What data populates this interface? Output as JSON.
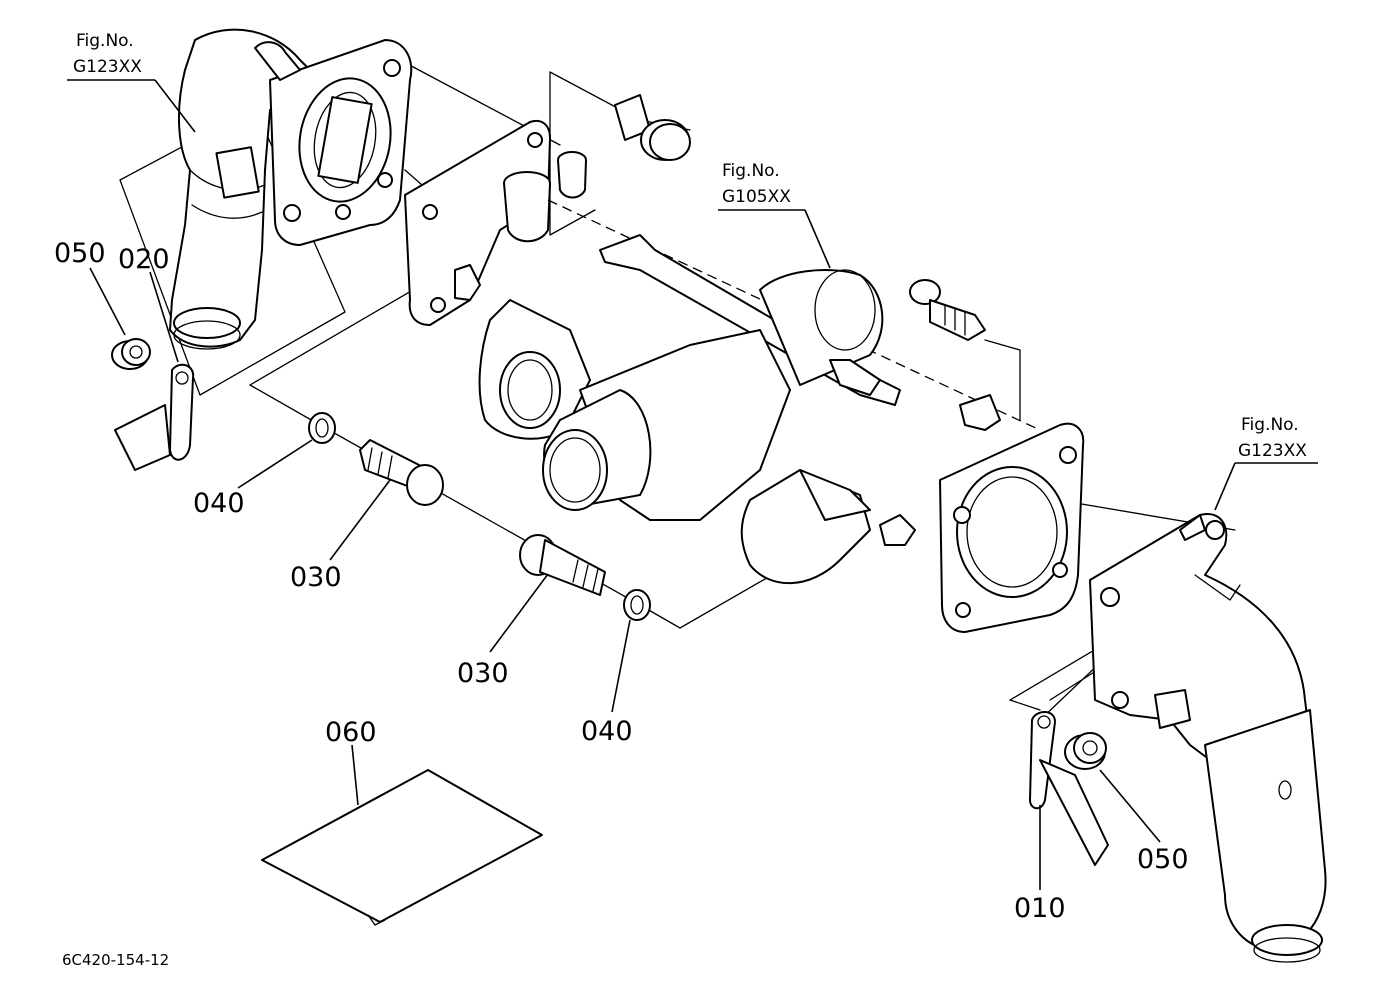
{
  "figure_refs": [
    {
      "line1": "Fig.No.",
      "line2": "G123XX"
    },
    {
      "line1": "Fig.No.",
      "line2": "G105XX"
    },
    {
      "line1": "Fig.No.",
      "line2": "G123XX"
    }
  ],
  "callouts": [
    {
      "num": "050"
    },
    {
      "num": "020"
    },
    {
      "num": "040"
    },
    {
      "num": "030"
    },
    {
      "num": "030"
    },
    {
      "num": "040"
    },
    {
      "num": "060"
    },
    {
      "num": "050"
    },
    {
      "num": "010"
    }
  ],
  "drawing_code": "6C420-154-12"
}
